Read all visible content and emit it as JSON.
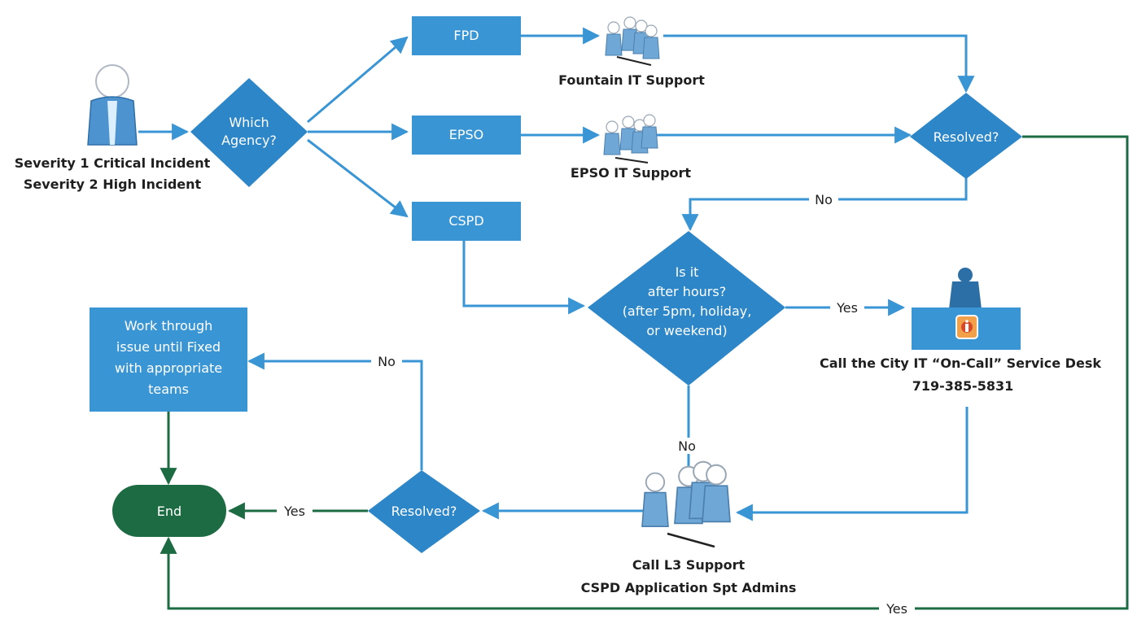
{
  "colors": {
    "box_fill": "#3a95d4",
    "diamond_fill": "#2c86c8",
    "end_fill": "#1d6b43",
    "blue_line": "#3a95d4",
    "green_line": "#1d6b43"
  },
  "start": {
    "icon": "person-icon",
    "line1": "Severity 1 Critical Incident",
    "line2": "Severity 2 High Incident"
  },
  "agency_decision": {
    "line1": "Which",
    "line2": "Agency?"
  },
  "agencies": {
    "fpd": "FPD",
    "epso": "EPSO",
    "cspd": "CSPD"
  },
  "support_groups": {
    "fountain": "Fountain IT Support",
    "epso": "EPSO IT Support"
  },
  "resolved_top": "Resolved?",
  "after_hours": {
    "line1": "Is it",
    "line2": "after hours?",
    "line3": "(after 5pm, holiday,",
    "line4": "or weekend)"
  },
  "service_desk": {
    "icon": "service-desk-icon",
    "line1": "Call the City IT “On-Call” Service Desk",
    "line2": "719-385-5831"
  },
  "l3_support": {
    "icon": "team-icon",
    "line1": "Call L3 Support",
    "line2": "CSPD Application Spt Admins"
  },
  "resolved_bottom": "Resolved?",
  "work_box": {
    "line1": "Work through",
    "line2": "issue until Fixed",
    "line3": "with appropriate",
    "line4": "teams"
  },
  "end_label": "End",
  "edge_labels": {
    "no_top": "No",
    "yes_after_hours": "Yes",
    "no_after_hours": "No",
    "no_bottom": "No",
    "yes_bottom": "Yes",
    "yes_return": "Yes"
  }
}
